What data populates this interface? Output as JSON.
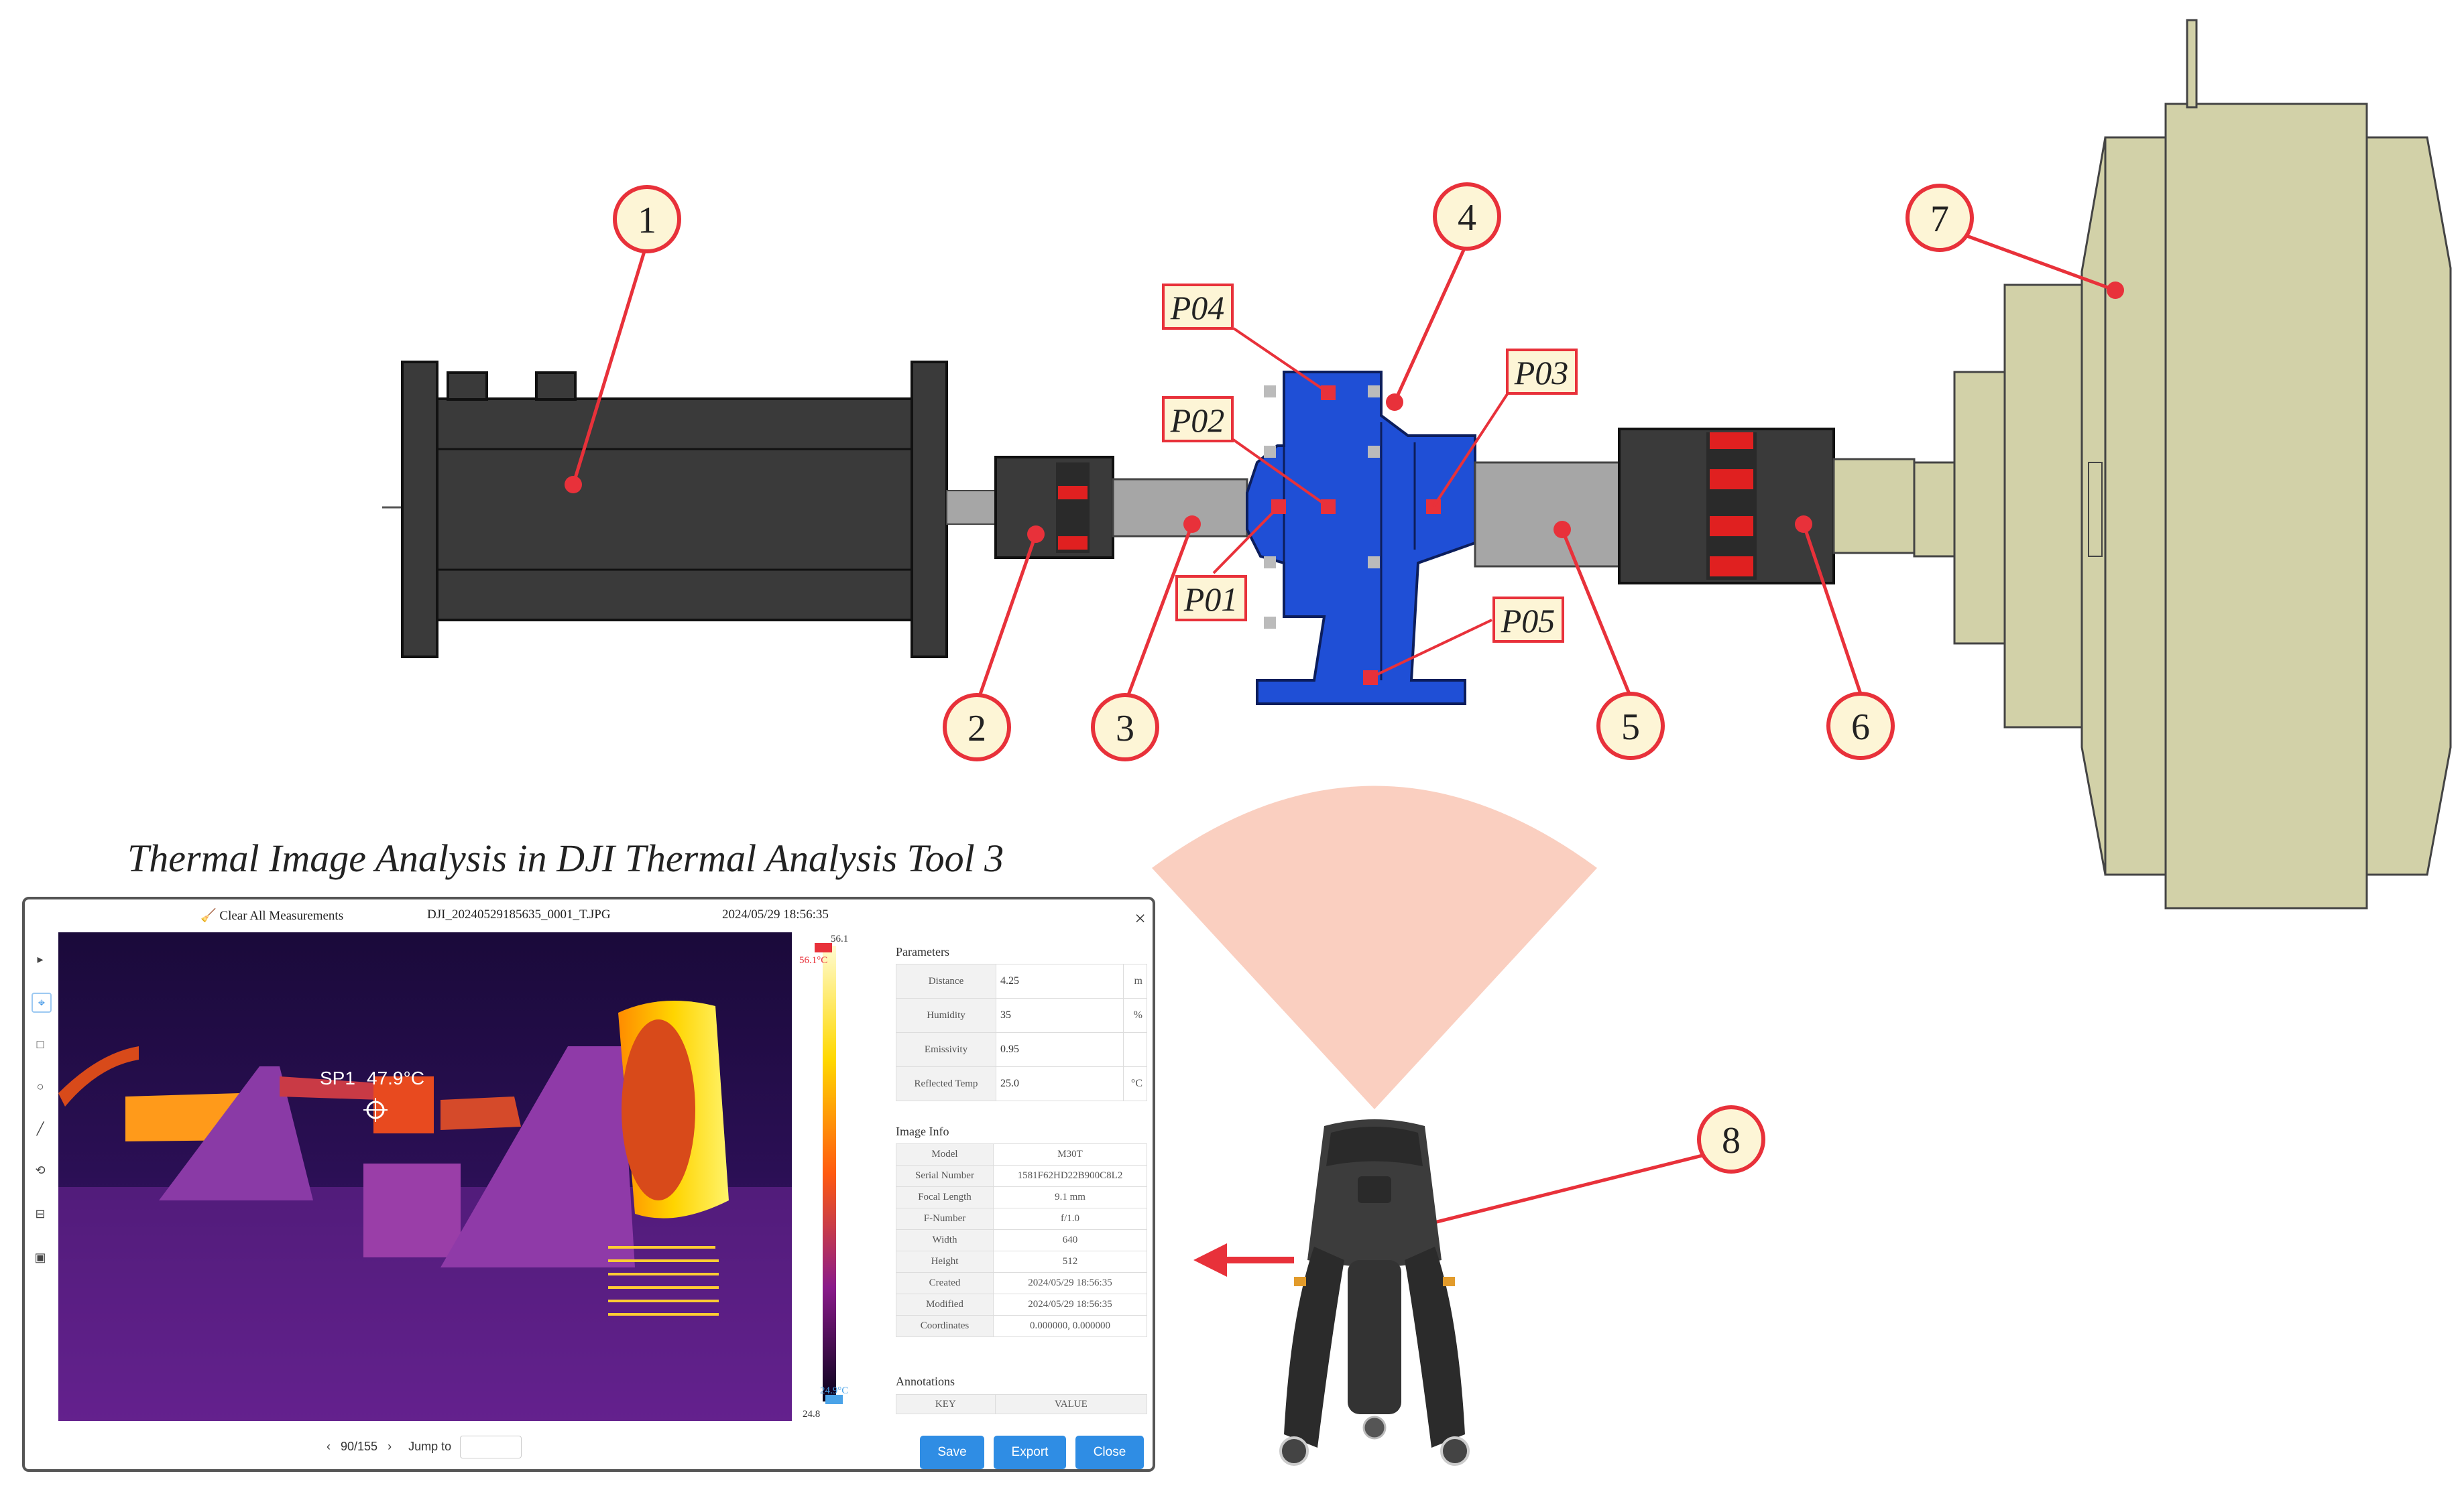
{
  "callouts": {
    "c1": "1",
    "c2": "2",
    "c3": "3",
    "c4": "4",
    "c5": "5",
    "c6": "6",
    "c7": "7",
    "c8": "8"
  },
  "measurement_points": {
    "p01": "P01",
    "p02": "P02",
    "p03": "P03",
    "p04": "P04",
    "p05": "P05"
  },
  "caption": "Thermal Image Analysis in DJI Thermal Analysis Tool 3",
  "tool": {
    "clear_label": "Clear All Measurements",
    "filename": "DJI_20240529185635_0001_T.JPG",
    "datetime": "2024/05/29 18:56:35",
    "spot_label": "SP1",
    "spot_temp": "47.9°C",
    "scale": {
      "max": "56.1",
      "max_marker": "56.1°C",
      "min": "24.8",
      "min_marker": "24.9°C"
    },
    "parameters": {
      "title": "Parameters",
      "rows": [
        {
          "key": "Distance",
          "value": "4.25",
          "unit": "m"
        },
        {
          "key": "Humidity",
          "value": "35",
          "unit": "%"
        },
        {
          "key": "Emissivity",
          "value": "0.95",
          "unit": ""
        },
        {
          "key": "Reflected Temp",
          "value": "25.0",
          "unit": "°C"
        }
      ]
    },
    "image_info": {
      "title": "Image Info",
      "rows": [
        {
          "key": "Model",
          "value": "M30T"
        },
        {
          "key": "Serial Number",
          "value": "1581F62HD22B900C8L2"
        },
        {
          "key": "Focal Length",
          "value": "9.1 mm"
        },
        {
          "key": "F-Number",
          "value": "f/1.0"
        },
        {
          "key": "Width",
          "value": "640"
        },
        {
          "key": "Height",
          "value": "512"
        },
        {
          "key": "Created",
          "value": "2024/05/29 18:56:35"
        },
        {
          "key": "Modified",
          "value": "2024/05/29 18:56:35"
        },
        {
          "key": "Coordinates",
          "value": "0.000000, 0.000000"
        }
      ]
    },
    "annotations": {
      "title": "Annotations",
      "key_header": "KEY",
      "value_header": "VALUE"
    },
    "pager": {
      "page": "90/155",
      "jump_label": "Jump to"
    },
    "buttons": {
      "save": "Save",
      "export": "Export",
      "close": "Close"
    }
  },
  "colors": {
    "dark_metal": "#3a3a3a",
    "shaft_gray": "#a6a6a6",
    "gearbox_blue": "#1f4fd6",
    "generator_khaki": "#d2d1a8",
    "callout_red": "#e8313a",
    "callout_fill": "#fdf5d6",
    "beam_salmon": "#f9c7b5",
    "button_blue": "#2f8de4"
  }
}
